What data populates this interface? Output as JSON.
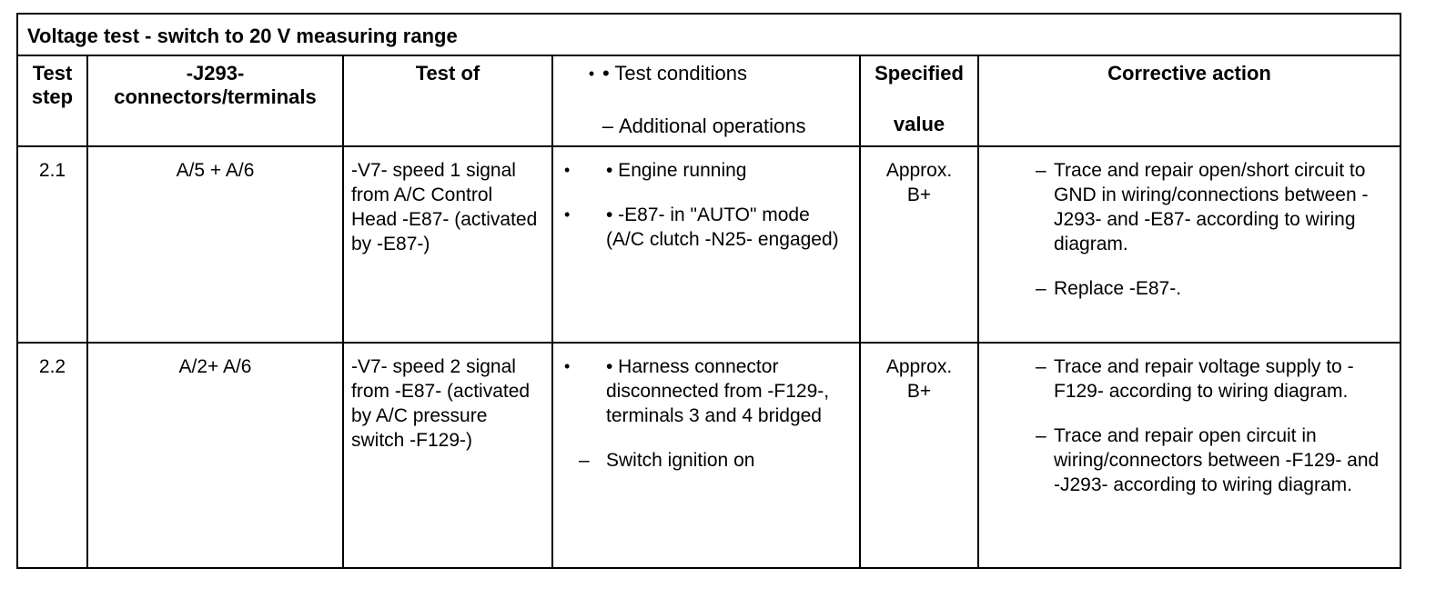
{
  "title": "Voltage test - switch to 20 V measuring range",
  "headers": {
    "test_step": "Test step",
    "connectors": "-J293- connectors/terminals",
    "test_of": "Test of",
    "conditions_bullet": "• Test conditions",
    "conditions_dash": "Additional operations",
    "specified_top": "Specified",
    "specified_bottom": "value",
    "corrective": "Corrective action"
  },
  "rows": [
    {
      "step": "2.1",
      "connectors": "A/5 + A/6",
      "test_of": "-V7- speed 1 signal from A/C Control Head -E87- (activated by -E87-)",
      "conditions": [
        {
          "type": "bullet",
          "text": "• Engine running"
        },
        {
          "type": "bullet",
          "text": "• -E87- in \"AUTO\" mode (A/C clutch -N25- engaged)"
        }
      ],
      "specified": "Approx. B+",
      "actions": [
        "Trace and repair open/short circuit to GND in wiring/connections between -J293- and -E87- according to wiring diagram.",
        "Replace -E87-."
      ]
    },
    {
      "step": "2.2",
      "connectors": "A/2+ A/6",
      "test_of": "-V7- speed 2 signal from -E87- (activated by A/C pressure switch -F129-)",
      "conditions": [
        {
          "type": "bullet",
          "text": "• Harness connector disconnected from -F129-, terminals 3 and 4 bridged"
        },
        {
          "type": "dash",
          "text": "Switch ignition on"
        }
      ],
      "specified": "Approx. B+",
      "actions": [
        "Trace and repair voltage supply to -F129- according to wiring diagram.",
        "Trace and repair open circuit in wiring/connectors between -F129- and -J293- according to wiring diagram."
      ]
    }
  ],
  "symbols": {
    "bullet": "•",
    "dash": "–"
  }
}
